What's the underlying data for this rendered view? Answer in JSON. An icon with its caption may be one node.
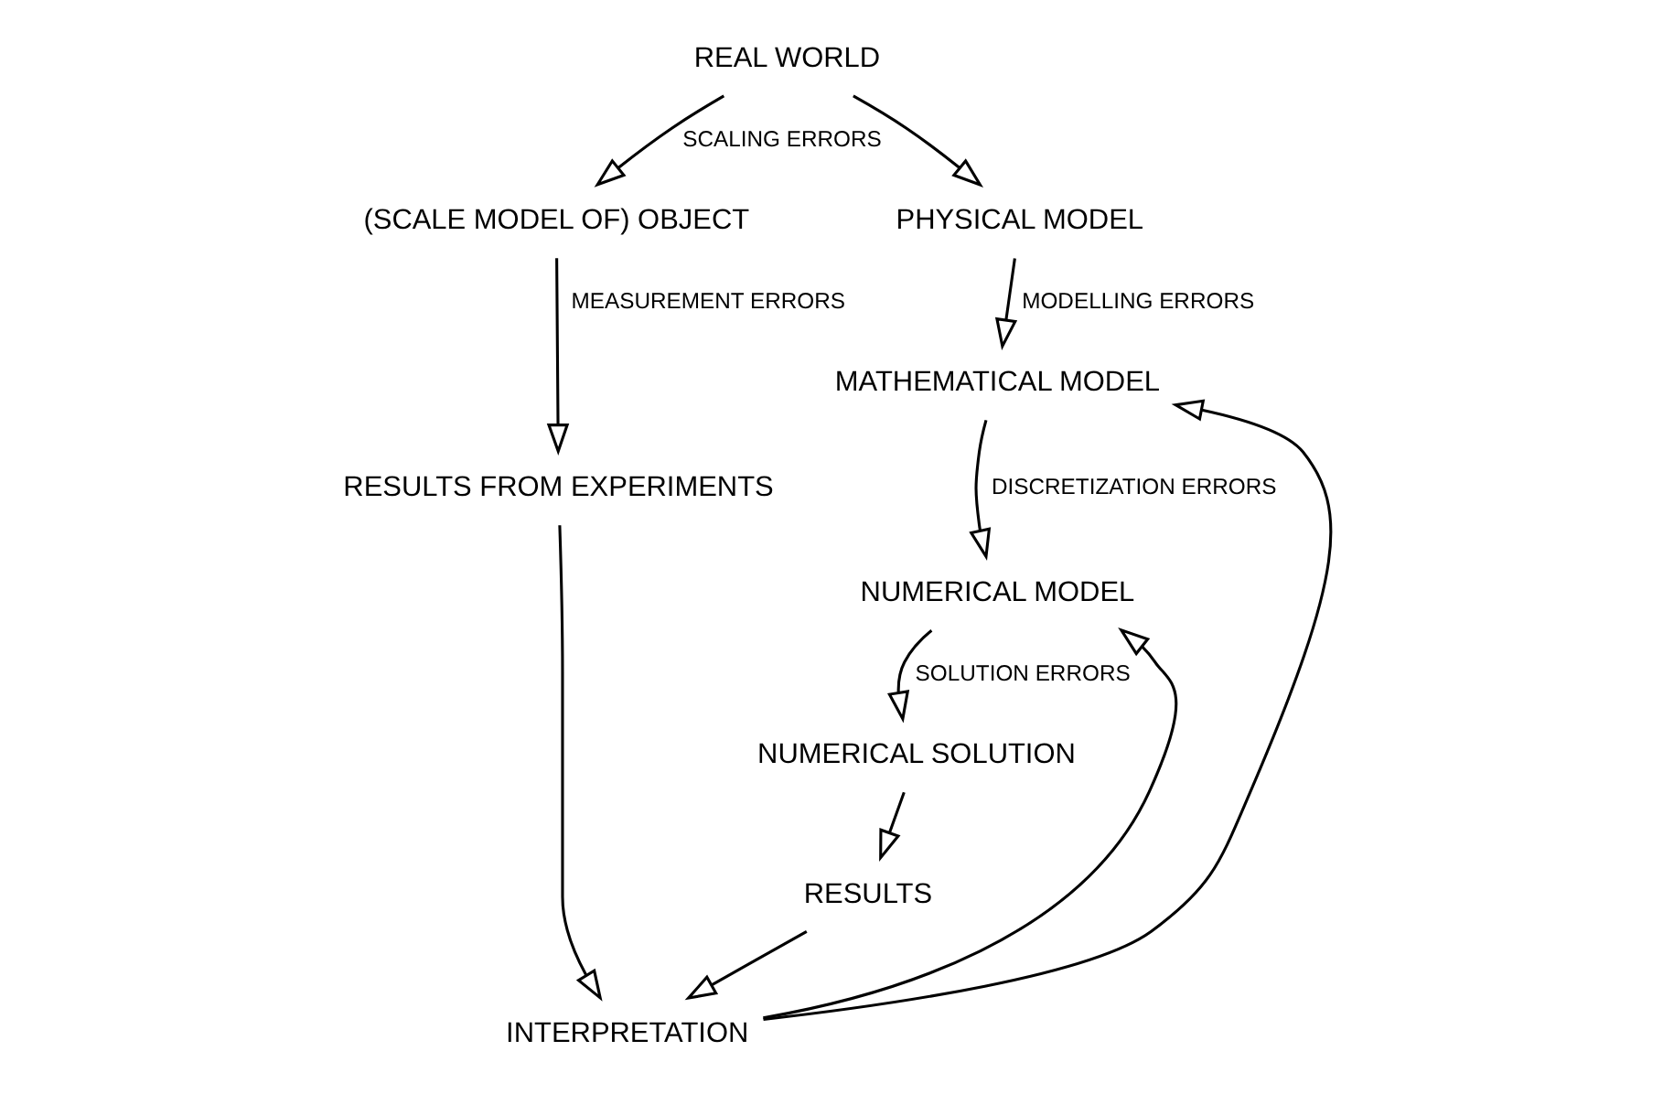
{
  "diagram": {
    "nodes": [
      {
        "text": [
          "REAL WORLD"
        ]
      },
      {
        "text": [
          "(SCALE MODEL OF) OBJECT"
        ]
      },
      {
        "text": [
          "RESULTS FROM EXPERIMENTS"
        ]
      },
      {
        "text": [
          "PHYSICAL MODEL"
        ]
      },
      {
        "text": [
          "MATHEMATICAL MODEL"
        ]
      },
      {
        "text": [
          "NUMERICAL MODEL"
        ]
      },
      {
        "text": [
          "NUMERICAL SOLUTION"
        ]
      },
      {
        "text": [
          "RESULTS"
        ]
      },
      {
        "text": [
          "INTERPRETATION"
        ]
      }
    ],
    "edges": [
      {
        "from": 0,
        "to": 1,
        "arrow": "to",
        "label": "SCALING ERRORS"
      },
      {
        "from": 1,
        "to": 2,
        "arrow": "to",
        "label": "MEASUREMENT ERRORS"
      },
      {
        "from": 2,
        "to": 8,
        "arrow": "to"
      },
      {
        "from": 0,
        "to": 3,
        "arrow": "to"
      },
      {
        "from": 3,
        "to": 4,
        "arrow": "to",
        "label": "MODELLING ERRORS"
      },
      {
        "from": 4,
        "to": 5,
        "arrow": "to",
        "label": "DISCRETIZATION ERRORS"
      },
      {
        "from": 5,
        "to": 6,
        "arrow": "to",
        "label": "SOLUTION ERRORS"
      },
      {
        "from": 6,
        "to": 7,
        "arrow": "to"
      },
      {
        "from": 7,
        "to": 8,
        "arrow": "to"
      },
      {
        "from": 8,
        "to": 4,
        "arrow": "to"
      },
      {
        "from": 8,
        "to": 5,
        "arrow": "to"
      }
    ]
  }
}
